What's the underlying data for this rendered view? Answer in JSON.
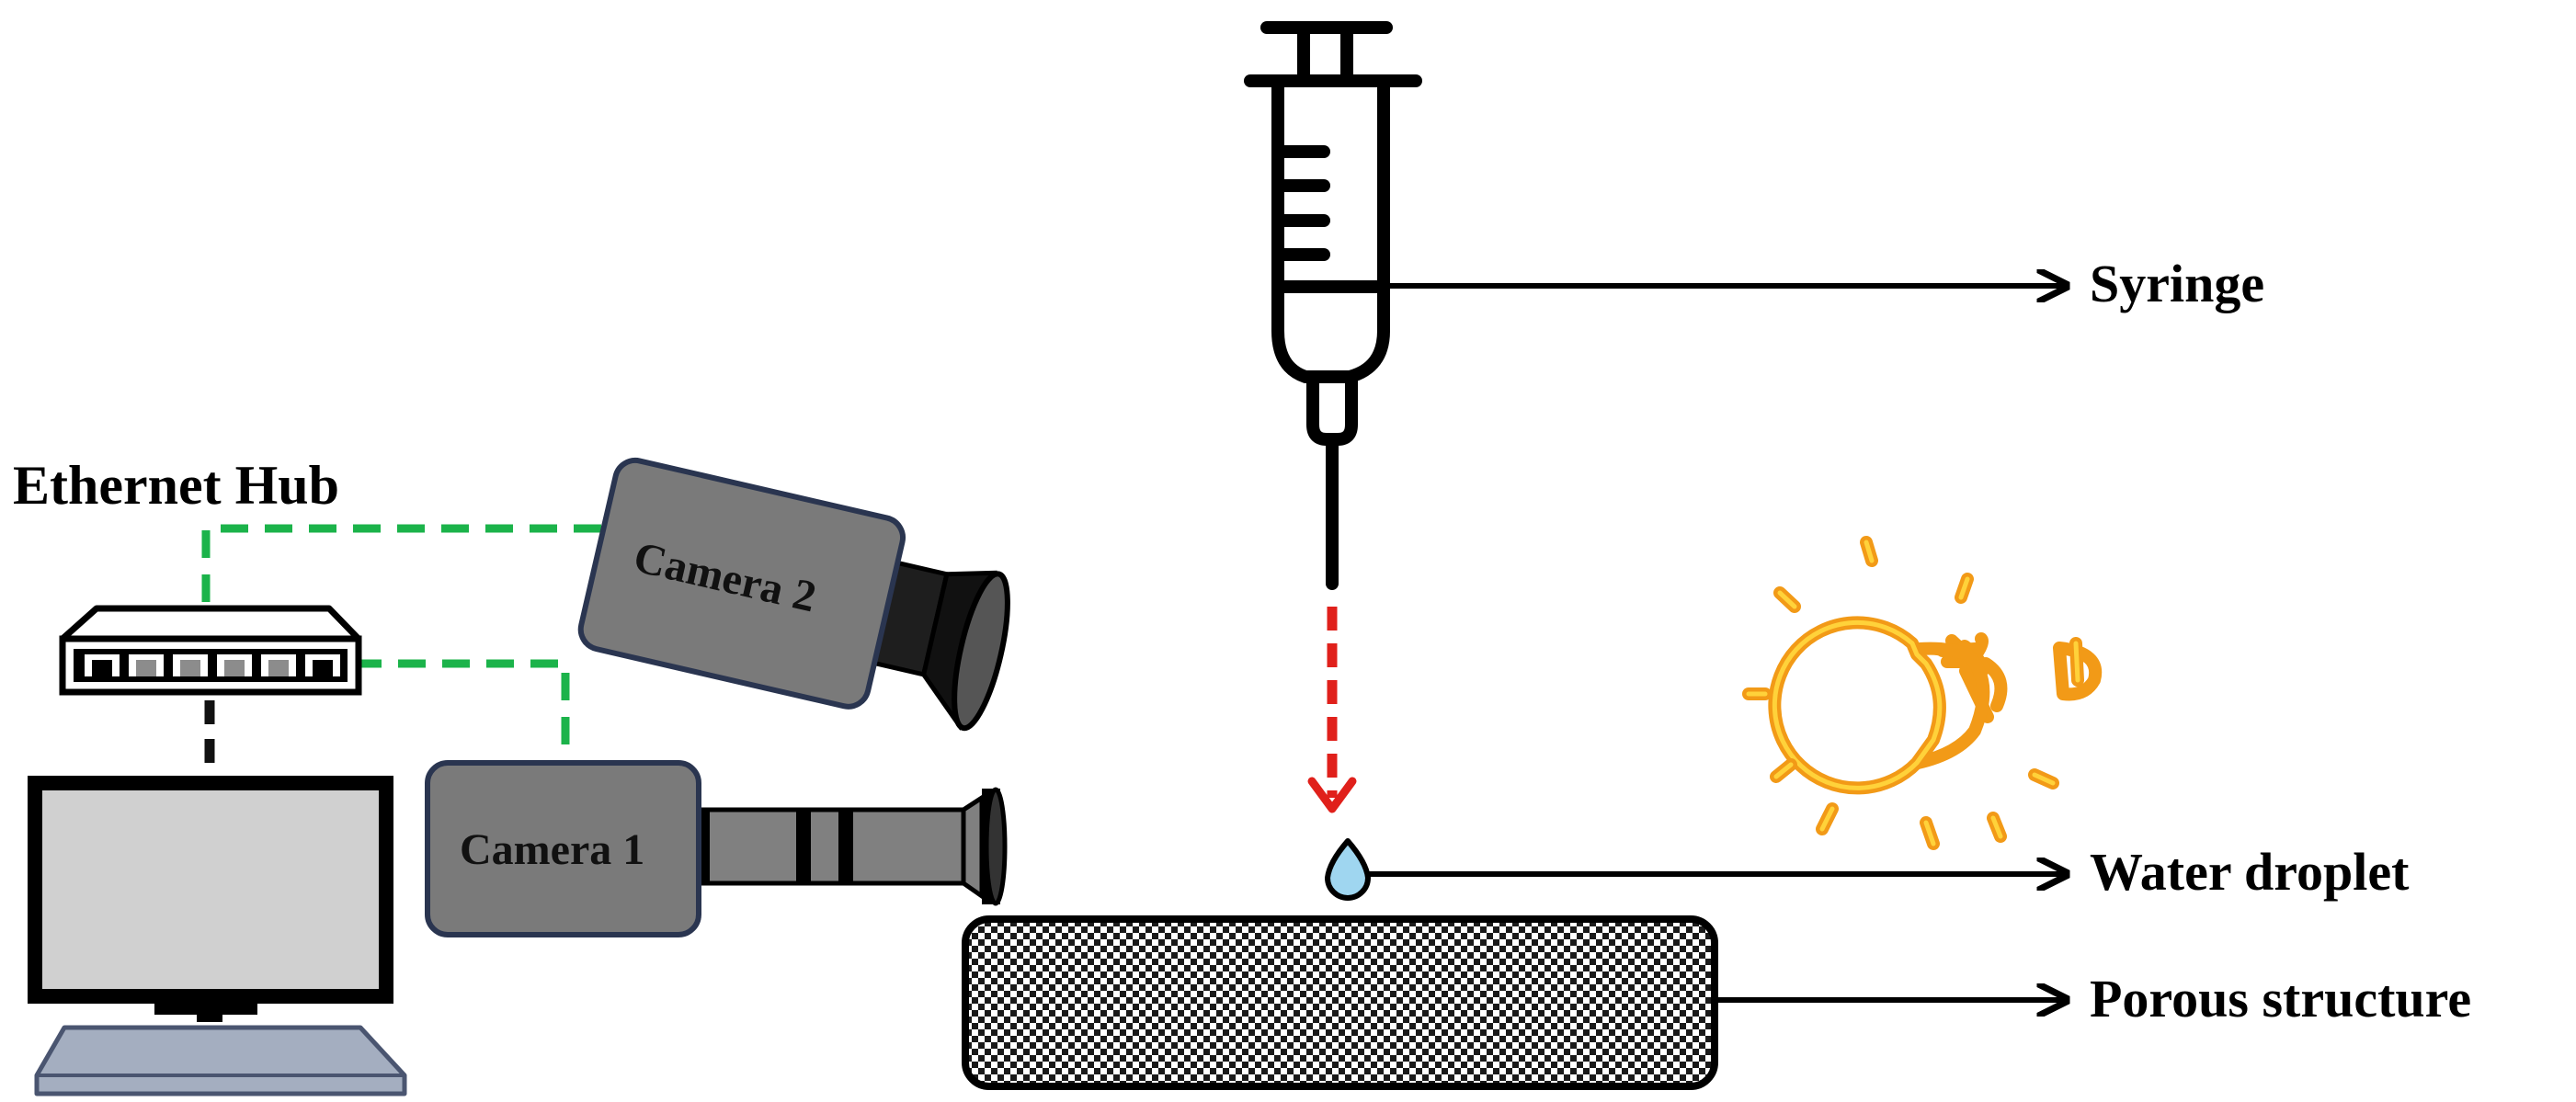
{
  "labels": {
    "syringe": "Syringe",
    "water_droplet": "Water droplet",
    "porous_structure": "Porous structure",
    "ethernet_hub": "Ethernet Hub",
    "camera_1": "Camera 1",
    "camera_2": "Camera 2"
  },
  "colors": {
    "ethernet_link": "#1bb34a",
    "drop_path": "#e0201b",
    "camera_body": "#7a7a7a",
    "camera_outline": "#2a3550",
    "lens": "#808080",
    "monitor_screen": "#d0d0d0",
    "keyboard": "#a4aec0",
    "droplet": "#9fd6f0",
    "light_orange": "#f29a17",
    "light_yellow": "#ffd23a"
  },
  "icons": {
    "light": "light-bulb-icon",
    "syringe": "syringe-icon",
    "droplet": "water-droplet-icon",
    "computer": "computer-icon",
    "hub": "ethernet-hub-icon"
  }
}
